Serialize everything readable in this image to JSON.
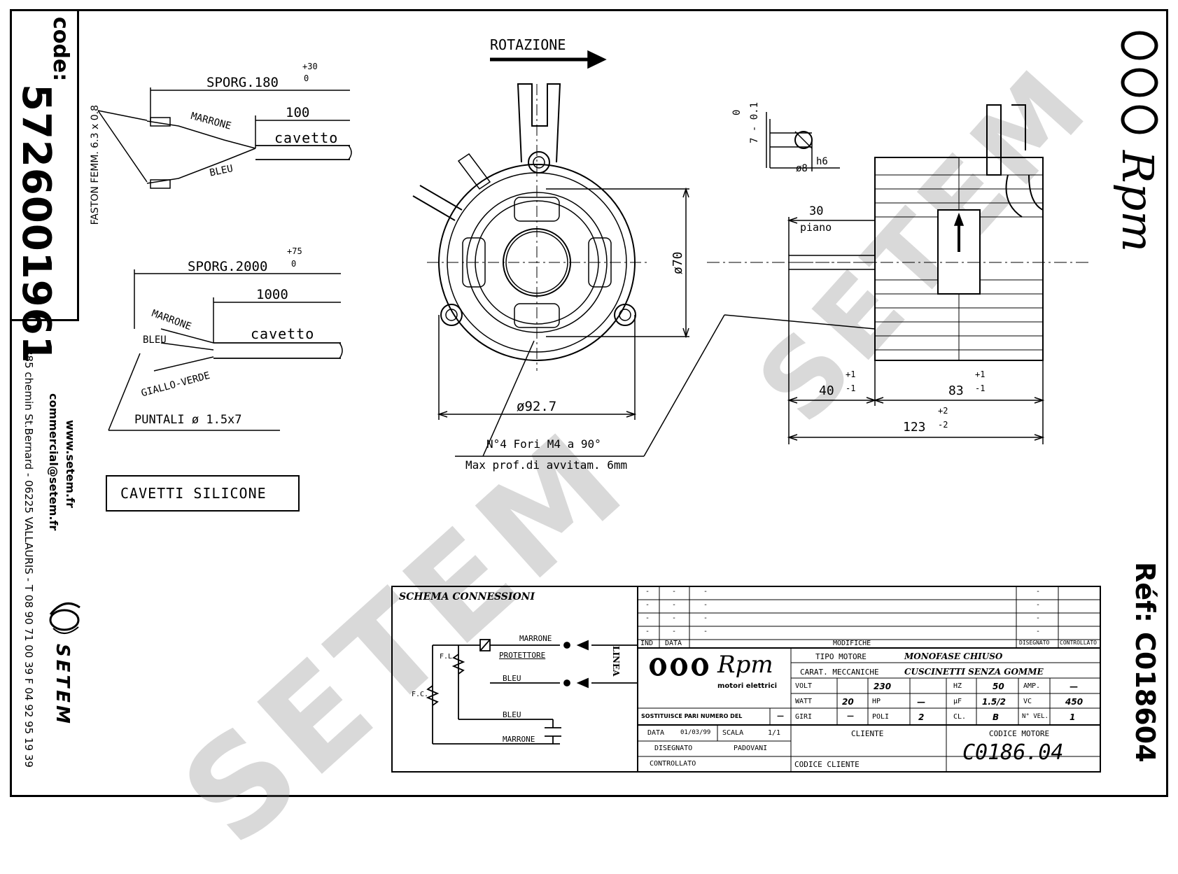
{
  "code_label": "code:",
  "code_number": "5726001961",
  "faston": "FASTON FEMM. 6.3 x 0.8",
  "company": {
    "website": "www.setem.fr",
    "email": "commercial@setem.fr",
    "address": "885 chemin St.Bernard - 06225 VALLAURIS - T 08 90 71 00 39  F 04 92 95 19 39",
    "name": "SETEM"
  },
  "watermark": "SETEM",
  "rotation_label": "ROTAZIONE",
  "cable1": {
    "sporg": "SPORG.180",
    "tol": "+30",
    "tol0": "0",
    "len": "100",
    "marrone": "MARRONE",
    "bleu": "BLEU",
    "cavetto": "cavetto"
  },
  "cable2": {
    "sporg": "SPORG.2000",
    "tol": "+75",
    "tol0": "0",
    "len": "1000",
    "marrone": "MARRONE",
    "bleu": "BLEU",
    "giallo": "GIALLO-VERDE",
    "cavetto": "cavetto",
    "puntali": "PUNTALI ø 1.5x7"
  },
  "cavetti": "CAVETTI SILICONE",
  "front": {
    "d70": "ø70",
    "d927": "ø92.7",
    "holes": "N°4 Fori M4 a 90°",
    "depth": "Max prof.di avvitam. 6mm"
  },
  "shaft": {
    "tol_top": "0",
    "tol_val": "7 - 0.1",
    "d8": "ø8",
    "h6": "h6",
    "piano": "piano",
    "len30": "30"
  },
  "side": {
    "d40": "40",
    "t40p": "+1",
    "t40m": "-1",
    "d83": "83",
    "t83p": "+1",
    "t83m": "-1",
    "d123": "123",
    "t123p": "+2",
    "t123m": "-2"
  },
  "ref_label": "Réf: C018604",
  "schema": {
    "title": "SCHEMA CONNESSIONI",
    "fl": "F.L.",
    "fc": "F.C.",
    "marrone": "MARRONE",
    "protettore": "PROTETTORE",
    "bleu1": "BLEU",
    "bleu2": "BLEU",
    "marrone2": "MARRONE",
    "linea": "LINEA"
  },
  "titleblock": {
    "dash": "-",
    "ind": "IND",
    "data": "DATA",
    "modifiche": "MODIFICHE",
    "disegnato_h": "DISEGNATO",
    "controllato_h": "CONTROLLATO",
    "logo": "Rpm",
    "logo_sub": "motori elettrici",
    "tipo_motore_l": "TIPO MOTORE",
    "tipo_motore_v": "MONOFASE CHIUSO",
    "carat_l": "CARAT. MECCANICHE",
    "carat_v": "CUSCINETTI SENZA GOMME",
    "volt_l": "VOLT",
    "volt_v": "230",
    "hz_l": "HZ",
    "hz_v": "50",
    "amp_l": "AMP.",
    "amp_v": "—",
    "watt_l": "WATT",
    "watt_v": "20",
    "hp_l": "HP",
    "hp_v": "—",
    "uf_l": "µF",
    "uf_v": "1.5/2",
    "vc_l": "VC",
    "vc_v": "450",
    "sostituisce": "SOSTITUISCE PARI NUMERO DEL",
    "sost_v": "—",
    "giri_l": "GIRI",
    "giri_v": "—",
    "poli_l": "POLI",
    "poli_v": "2",
    "cl_l": "CL.",
    "cl_v": "B",
    "nvel_l": "N° VEL.",
    "nvel_v": "1",
    "data_l": "DATA",
    "data_v": "01/03/99",
    "scala_l": "SCALA",
    "scala_v": "1/1",
    "cliente": "CLIENTE",
    "codice_motore_l": "CODICE MOTORE",
    "codice_motore_v": "C0186.04",
    "disegnato_l": "DISEGNATO",
    "disegnato_v": "PADOVANI",
    "controllato_l": "CONTROLLATO",
    "codice_cliente": "CODICE CLIENTE"
  }
}
